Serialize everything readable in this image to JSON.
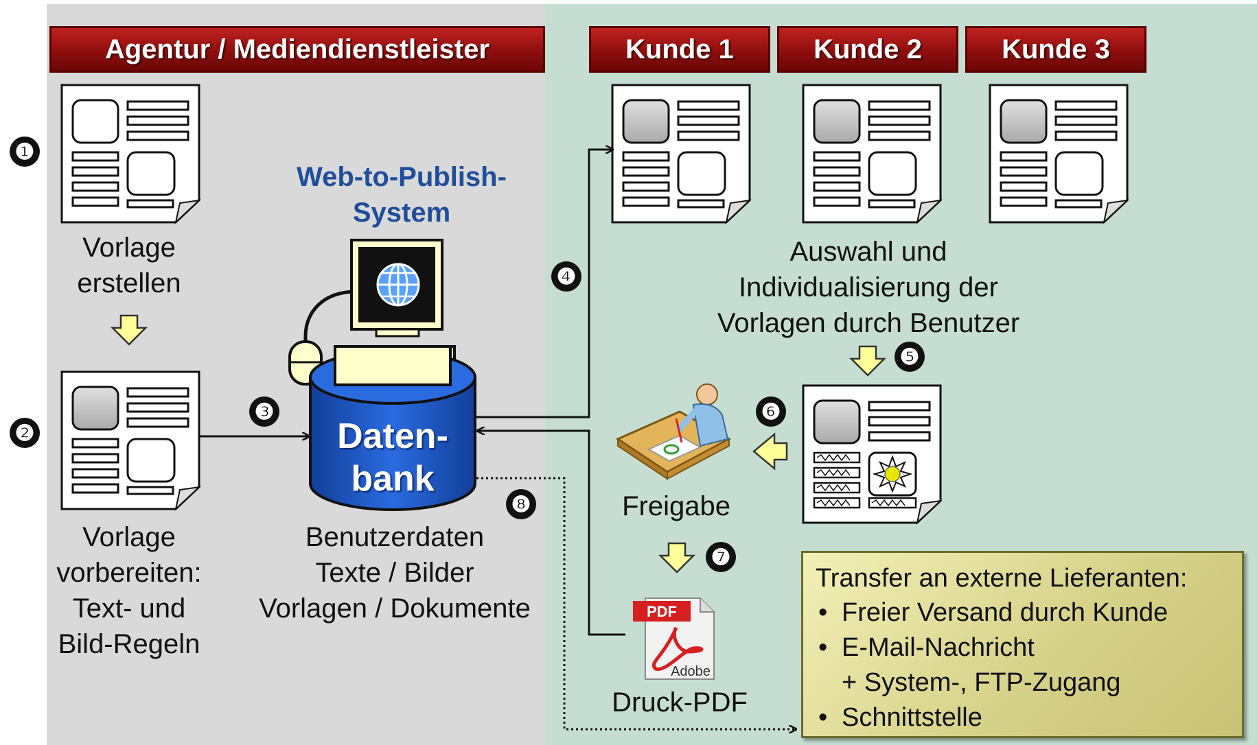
{
  "header_agency": "Agentur / Mediendienstleister",
  "header_customers": [
    "Kunde 1",
    "Kunde 2",
    "Kunde 3"
  ],
  "system_title": "Web-to-Publish-\nSystem",
  "database_label": "Daten-\nbank",
  "database_caption": "Benutzerdaten\nTexte / Bilder\nVorlagen / Dokumente",
  "step1_caption": "Vorlage\nerstellen",
  "step2_caption": "Vorlage\nvorbereiten:\nText- und\nBild-Regeln",
  "selection_caption": "Auswahl und\nIndividualisierung der\nVorlagen durch Benutzer",
  "approval_caption": "Freigabe",
  "pdf_caption": "Druck-PDF",
  "pdf_icon_label": "PDF",
  "pdf_icon_brand": "Adobe",
  "steps": [
    "❶",
    "❷",
    "❸",
    "❹",
    "❺",
    "❻",
    "❼",
    "❽"
  ],
  "transfer": {
    "title": "Transfer an externe Lieferanten:",
    "bullet": "•",
    "items": [
      "Freier Versand durch Kunde",
      "E-Mail-Nachricht\n+ System-, FTP-Zugang",
      "Schnittstelle"
    ]
  },
  "colors": {
    "left_panel": "#d9d9d9",
    "right_panel": "#c5ded1",
    "header_red": "#a01414",
    "database_blue": "#1a56c4",
    "system_title_blue": "#1f4e9c",
    "arrow_yellow": "#ffff99"
  }
}
